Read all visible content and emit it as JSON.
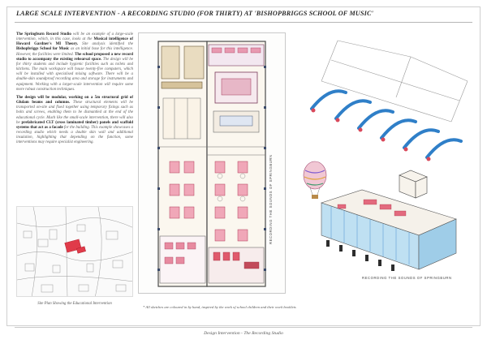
{
  "title": "LARGE SCALE INTERVENTION - A RECORDING STUDIO (FOR THIRTY) AT 'BISHOPBRIGGS SCHOOL OF MUSIC'",
  "body": {
    "p1_a": "The Springburn Record Studio",
    "p1_b": " will be an example of a large-scale intervention, which, in this case, looks at the ",
    "p1_c": "Musical intelligence of Howard Gardner's MI Theory.",
    "p1_d": " Site analysis identified the ",
    "p1_e": "Bishopbriggs School for Music",
    "p1_f": " as an initial base for this intelligence. However, the facilities were limited. ",
    "p1_g": "The school proposed a new record studio to accompany the existing rehearsal space.",
    "p1_h": " The design will be for thirty students and include hygienic facilities such as toilets and kitchens. The main workspace will house twenty-five computers, which will be installed with specialised mixing software. There will be a double-skin soundproof recording area and storage for instruments and equipment. Working with a larger-scale intervention will require some more robust construction techniques.",
    "p2_a": "The design will be modular, working on a 5m structural grid of Glulam beams and columns.",
    "p2_b": " These structural elements will be transported on-site and fixed together using temporary fixings such as bolts and screws, enabling them to be dismantled at the end of the educational cycle. Much like the small-scale intervention, there will also be ",
    "p2_c": "prefabricated CLT (cross laminated timber) panels and scaffold systems that act as a facade",
    "p2_d": " for the building. This example showcases a recording studio which needs a double skin wall and additional insulation, highlighting that depending on the function, some interventions may require specialist engineering."
  },
  "site_caption": "Site Plan Showing the Educational Intervention",
  "plan_label": "RECORDING THE SOUNDS OF SPRINGBURN",
  "axo_label": "RECORDING THE SOUNDS OF SPRINGBURN",
  "footnote": "* All sketches are coloured in by hand, inspired by the work of school children and their work booklets",
  "footer": "Design Intervention - The Recording Studio",
  "colors": {
    "accent_red": "#d9485a",
    "accent_blue": "#3a8fd0",
    "pink": "#f2b8c4",
    "wood": "#c9a46b"
  }
}
